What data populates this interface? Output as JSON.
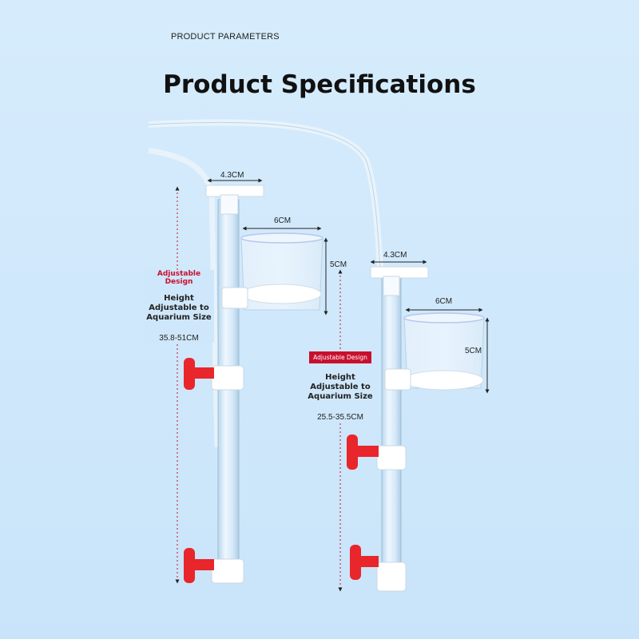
{
  "header": {
    "kicker": "PRODUCT PARAMETERS",
    "title": "Product Specifications"
  },
  "large_feeder": {
    "arm_width": "4.3CM",
    "cup_width": "6CM",
    "cup_height": "5CM",
    "badge": "Adjustable Design",
    "height_note": "Height Adjustable to Aquarium Size",
    "height_range": "35.8-51CM"
  },
  "small_feeder": {
    "arm_width": "4.3CM",
    "cup_width": "6CM",
    "cup_height": "5CM",
    "badge": "Adjustable Design",
    "height_note": "Height Adjustable to Aquarium Size",
    "height_range": "25.5-35.5CM"
  },
  "colors": {
    "background": "#cfe7fa",
    "suction_cup": "#e8262b",
    "badge_red": "#c8102e"
  }
}
